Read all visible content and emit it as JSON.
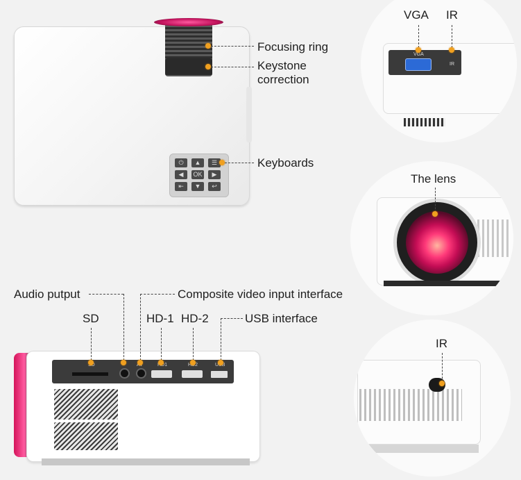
{
  "top_view": {
    "labels": {
      "focusing_ring": "Focusing ring",
      "keystone": "Keystone",
      "correction": "correction",
      "keyboards": "Keyboards"
    },
    "keypad": {
      "ok": "OK"
    }
  },
  "rear_view": {
    "labels": {
      "audio_output": "Audio putput",
      "composite": "Composite video input interface",
      "sd": "SD",
      "hd1": "HD-1",
      "hd2": "HD-2",
      "usb": "USB interface"
    },
    "port_labels": {
      "sd": "SD",
      "av": "AV",
      "hd1": "HD1",
      "hd2": "HD2",
      "usb": "USB"
    }
  },
  "detail_vga_ir": {
    "vga": "VGA",
    "ir": "IR",
    "vga_port": "VGA",
    "ir_port": "IR"
  },
  "detail_lens": {
    "label": "The lens"
  },
  "detail_front_ir": {
    "label": "IR"
  },
  "colors": {
    "accent_dot": "#f0a020",
    "lens": "#d4145a",
    "body": "#ffffff",
    "panel": "#3a3a3a"
  }
}
